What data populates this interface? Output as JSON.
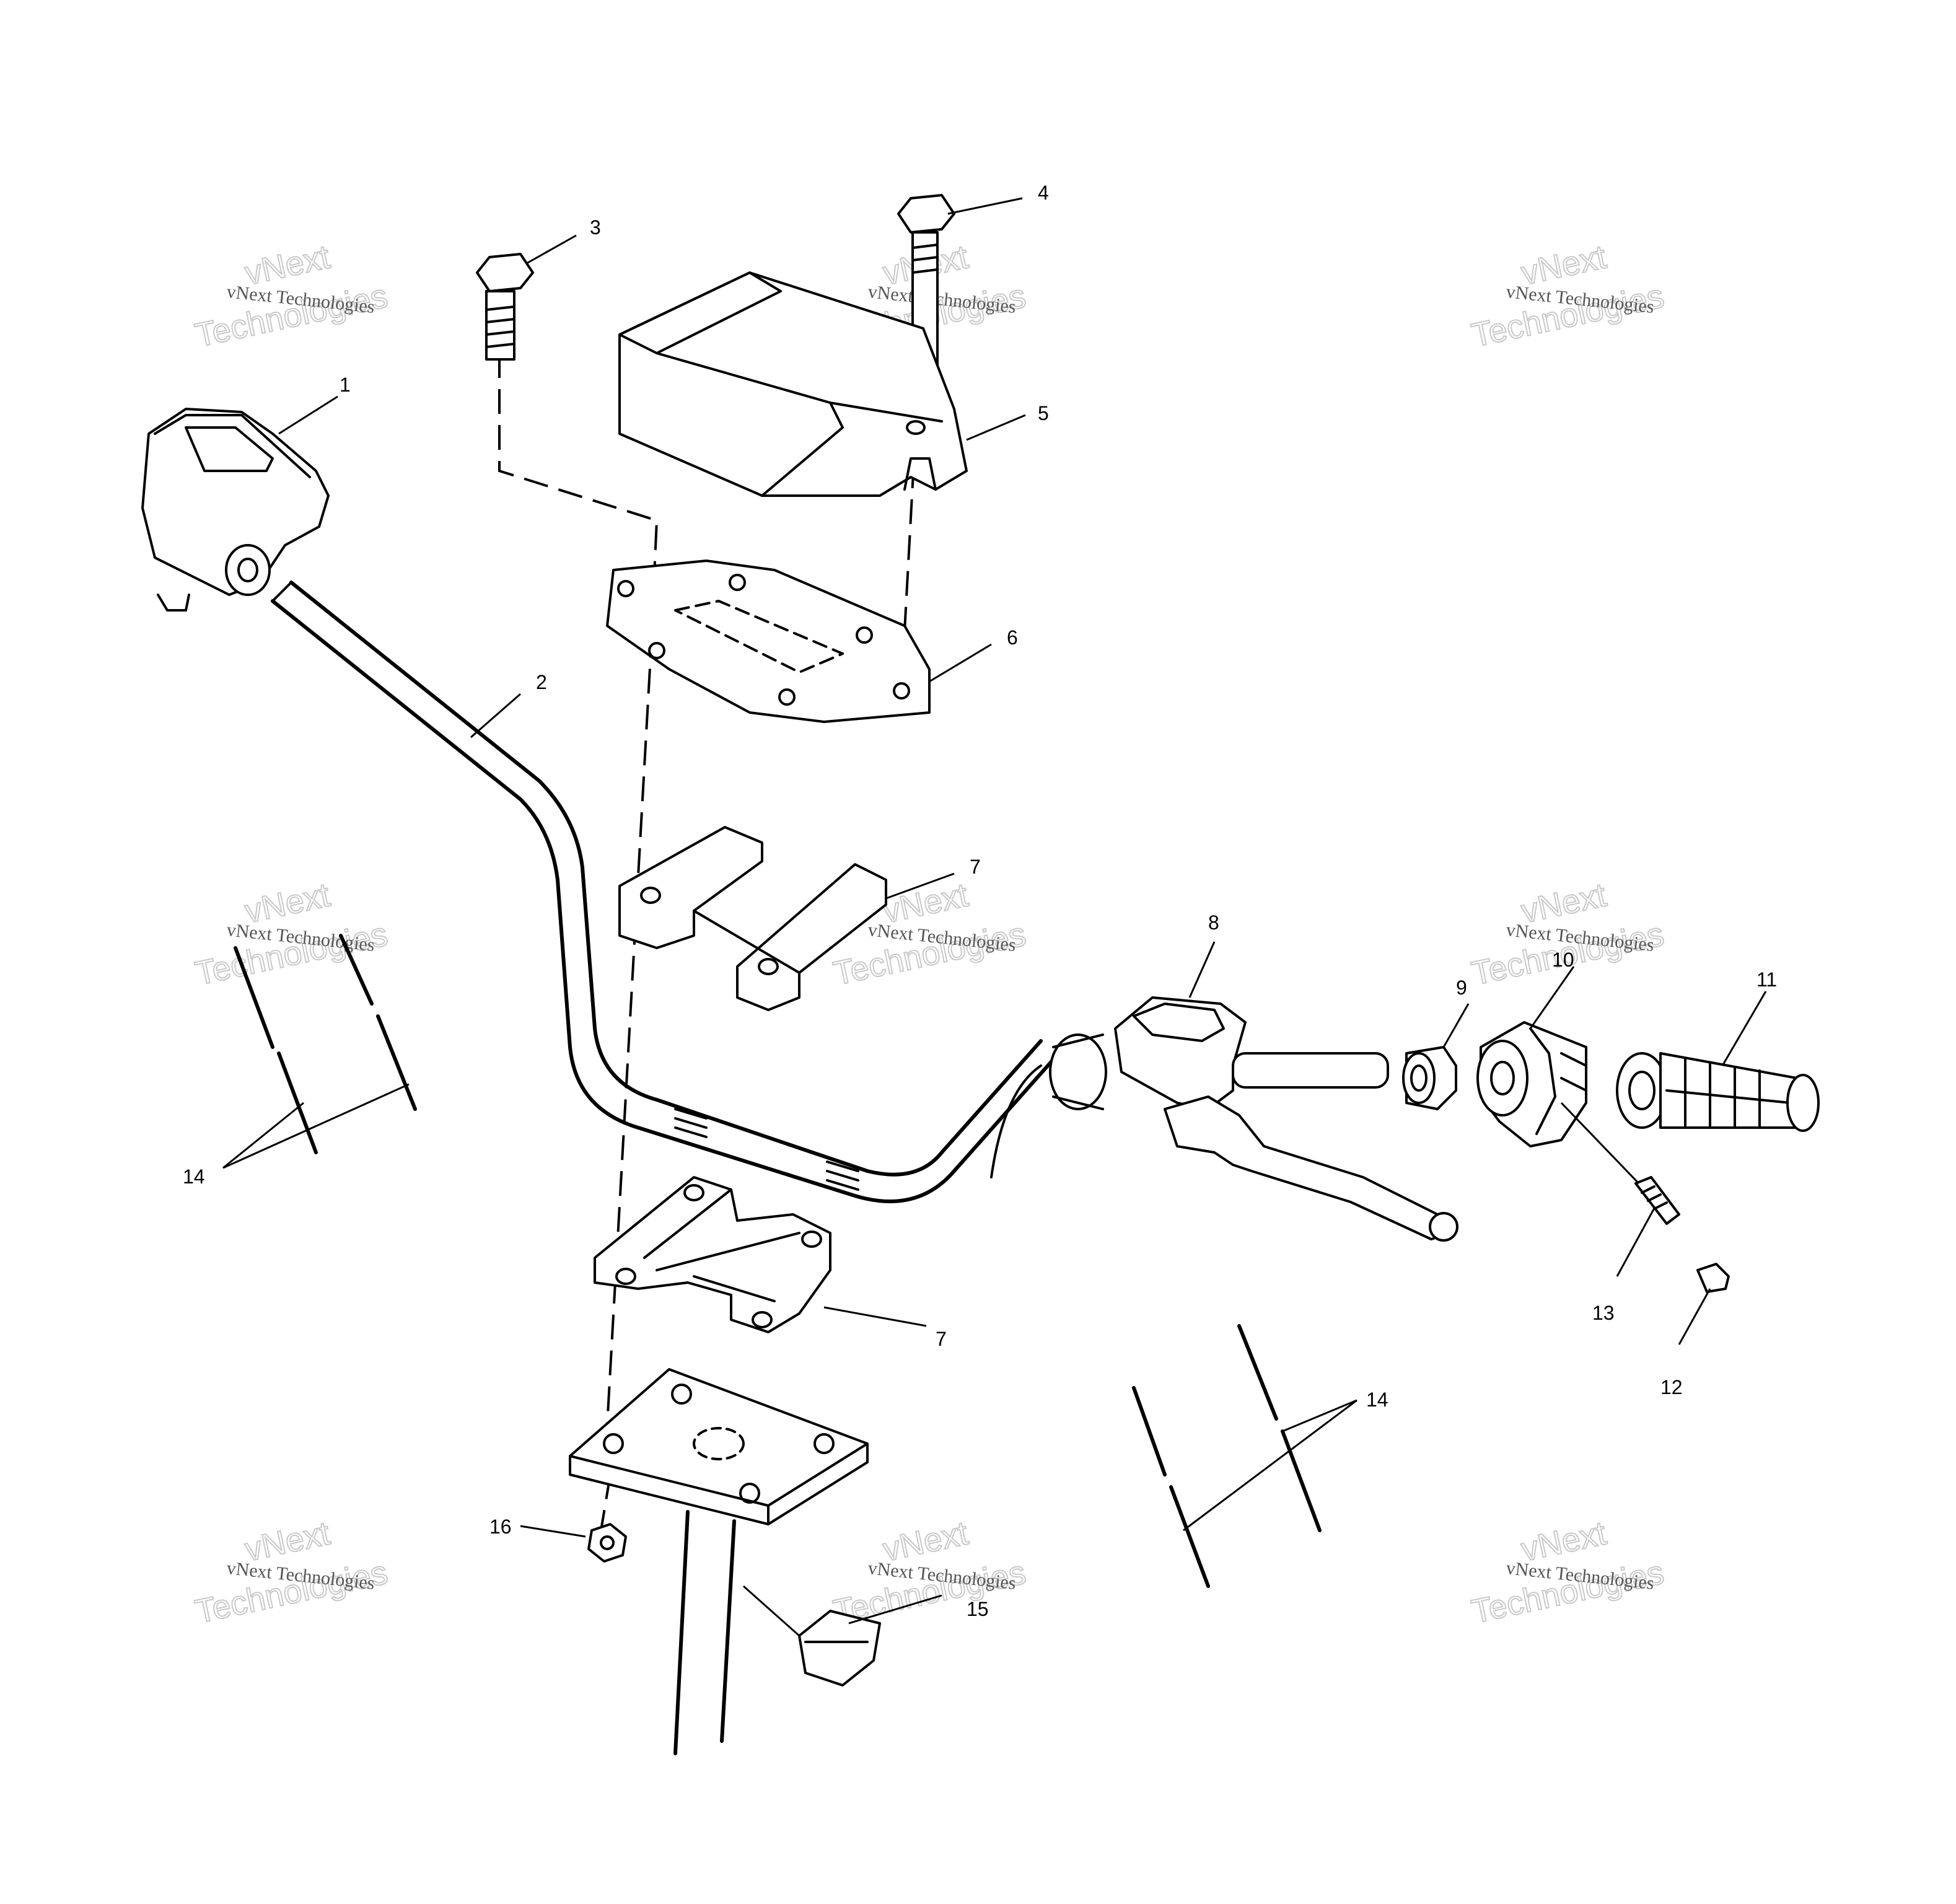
{
  "callouts": [
    "1",
    "2",
    "3",
    "4",
    "5",
    "6",
    "7",
    "7",
    "8",
    "9",
    "10",
    "11",
    "12",
    "13",
    "14",
    "14",
    "15",
    "16"
  ],
  "watermark": {
    "small": "vNext Technologies",
    "big_line1": "vNext",
    "big_line2": "Technologies"
  }
}
